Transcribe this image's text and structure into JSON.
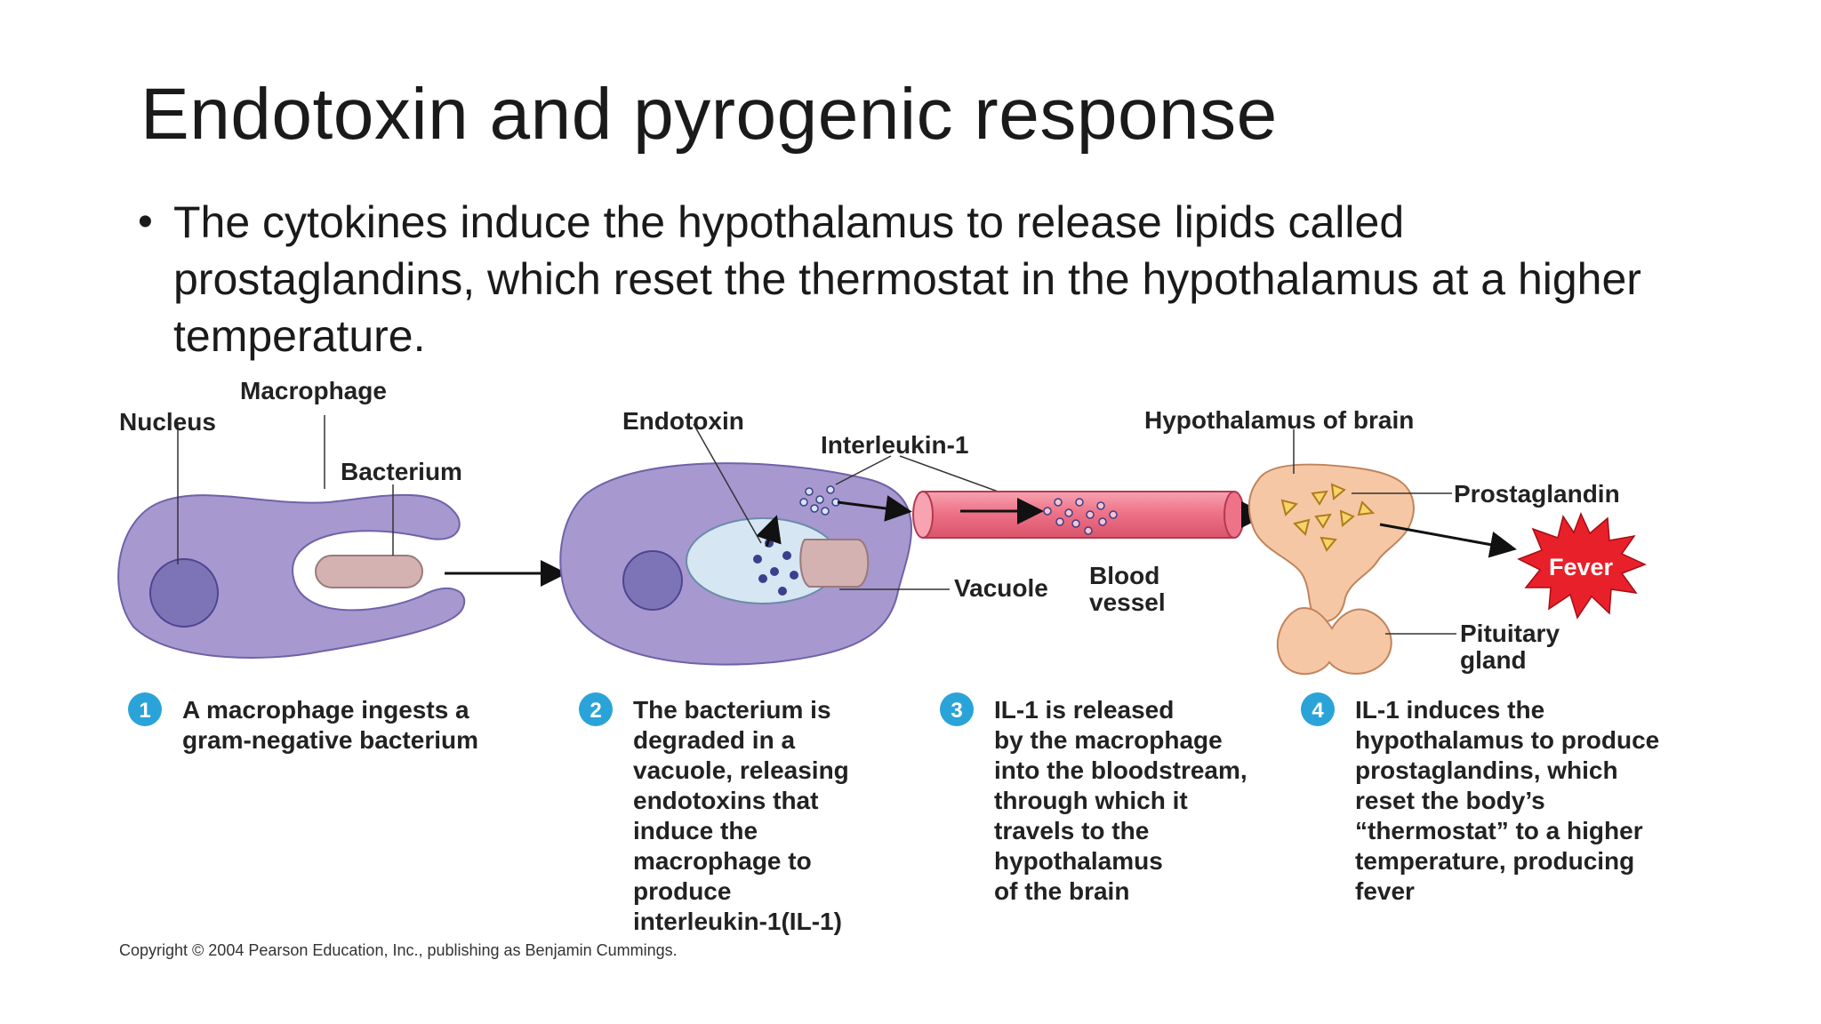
{
  "slide": {
    "title": "Endotoxin and pyrogenic response",
    "bullet": "The cytokines induce the hypothalamus to release lipids called prostaglandins, which reset the thermostat in the hypothalamus at a higher temperature."
  },
  "figure": {
    "labels": {
      "macrophage": "Macrophage",
      "nucleus": "Nucleus",
      "bacterium": "Bacterium",
      "endotoxin": "Endotoxin",
      "interleukin": "Interleukin-1",
      "vacuole": "Vacuole",
      "blood_1": "Blood",
      "blood_2": "vessel",
      "hypothalamus": "Hypothalamus of brain",
      "prostaglandin": "Prostaglandin",
      "fever": "Fever",
      "pituitary_1": "Pituitary",
      "pituitary_2": "gland"
    },
    "steps": [
      {
        "number": "1",
        "lines": [
          "A macrophage ingests a",
          "gram-negative bacterium"
        ]
      },
      {
        "number": "2",
        "lines": [
          "The bacterium is",
          "degraded in a",
          "vacuole, releasing",
          "endotoxins that",
          "induce the",
          "macrophage to",
          "produce",
          "interleukin-1(IL-1)"
        ]
      },
      {
        "number": "3",
        "lines": [
          "IL-1 is released",
          "by the macrophage",
          "into the bloodstream,",
          "through which it",
          "travels to the",
          "hypothalamus",
          "of the brain"
        ]
      },
      {
        "number": "4",
        "lines": [
          "IL-1 induces the",
          "hypothalamus to produce",
          "prostaglandins, which",
          "reset the body’s",
          "“thermostat” to a higher",
          "temperature, producing",
          "fever"
        ]
      }
    ],
    "copyright": "Copyright © 2004 Pearson Education, Inc., publishing as Benjamin Cummings.",
    "colors": {
      "cell": "#a798cf",
      "nucleus": "#7d74b8",
      "bacterium": "#d4b2b2",
      "vacuole": "#d6e6f2",
      "vessel": "#ee7388",
      "brain": "#f6c7a4",
      "fever": "#e8202a",
      "step_circle": "#2aa4d8"
    }
  }
}
